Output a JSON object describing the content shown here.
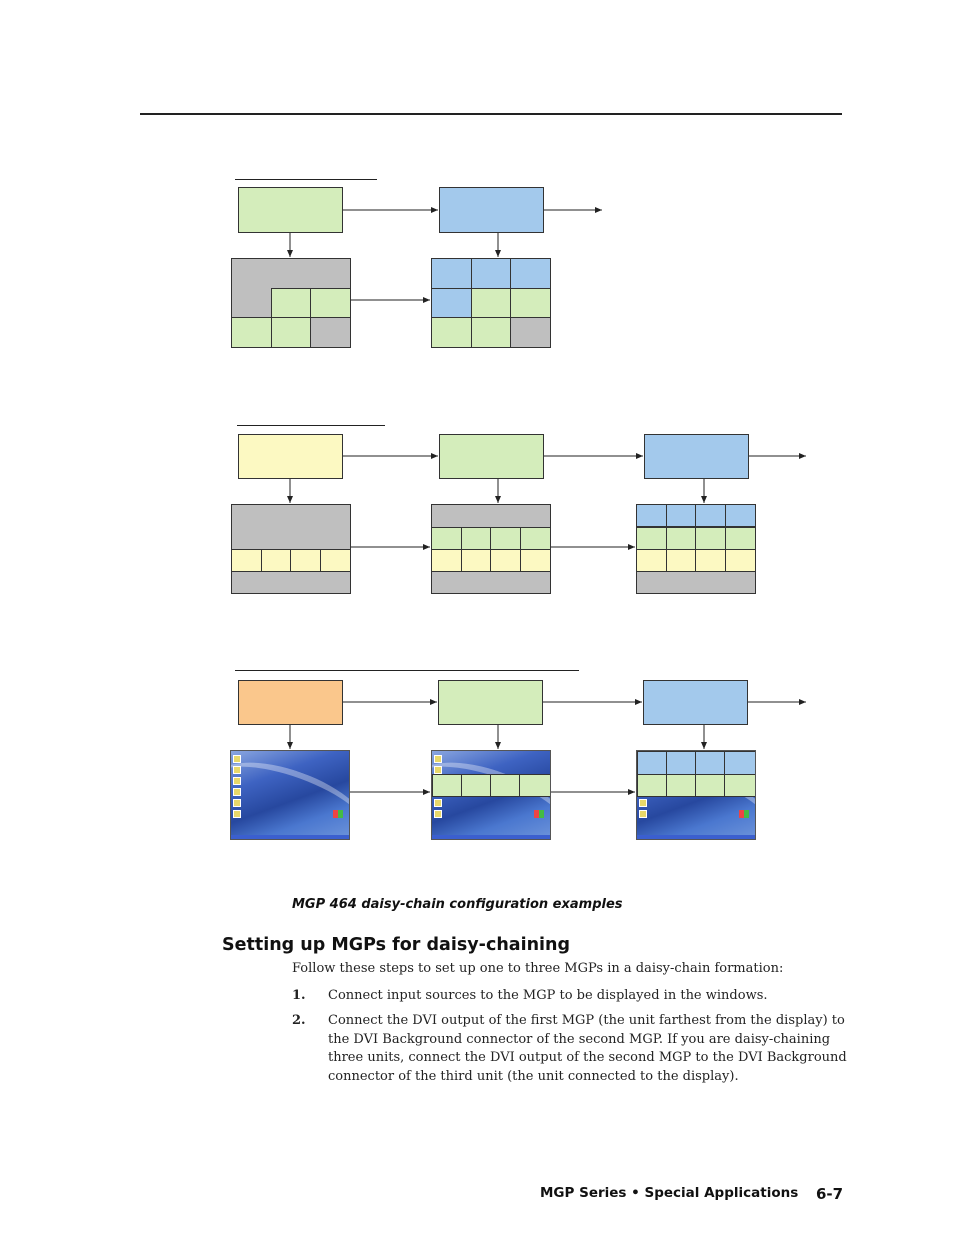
{
  "figure": {
    "caption": "MGP 464 daisy-chain configuration examples"
  },
  "section": {
    "heading": "Setting up MGPs for daisy-chaining",
    "intro": "Follow these steps to set up one to three MGPs in a daisy-chain formation:",
    "steps": [
      {
        "num": "1",
        "text": "Connect input sources to the MGP to be displayed in the windows."
      },
      {
        "num": "2",
        "text": "Connect the DVI output of the first MGP (the unit farthest from the display) to the DVI Background connector of the second MGP.  If you are daisy-chaining three units, connect the DVI output of the second MGP to the DVI Background connector of the third unit (the unit connected to the display)."
      }
    ]
  },
  "footer": {
    "title": "MGP Series • Special Applications",
    "page": "6-7"
  },
  "colors": {
    "green": "#d4edbb",
    "blue": "#a3c9ec",
    "yellow": "#fcf9c2",
    "orange": "#fac78c",
    "gray": "#bfbfbf"
  }
}
